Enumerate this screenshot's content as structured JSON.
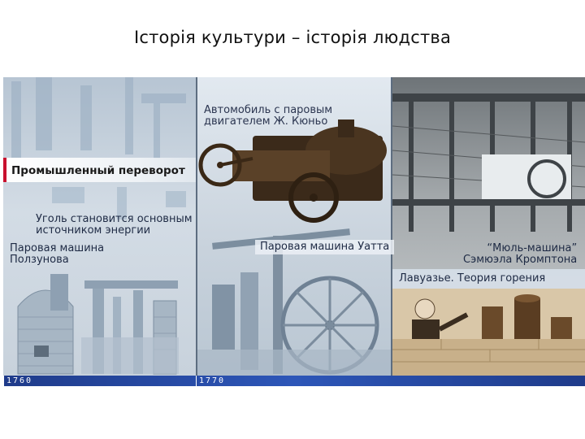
{
  "slide": {
    "title": "Історія культури – історія людства"
  },
  "collage": {
    "heading": "Промышленный переворот",
    "captions": {
      "cugnot": "Автомобиль с паровым\nдвигателем Ж. Кюньо",
      "coal": "Уголь становится основным\nисточником энергии",
      "polzunov": "Паровая машина\nПолзунова",
      "watt": "Паровая машина Уатта",
      "mule": "“Мюль-машина”\nСэмюэла Кромптона",
      "lavoisier": "Лавуазье. Теория горения"
    },
    "timeline": {
      "years": [
        "1760",
        "1770"
      ]
    }
  },
  "colors": {
    "accent_red": "#c8102e",
    "timeline_blue": "#2d56b8",
    "caption_text": "#1e2a44"
  }
}
